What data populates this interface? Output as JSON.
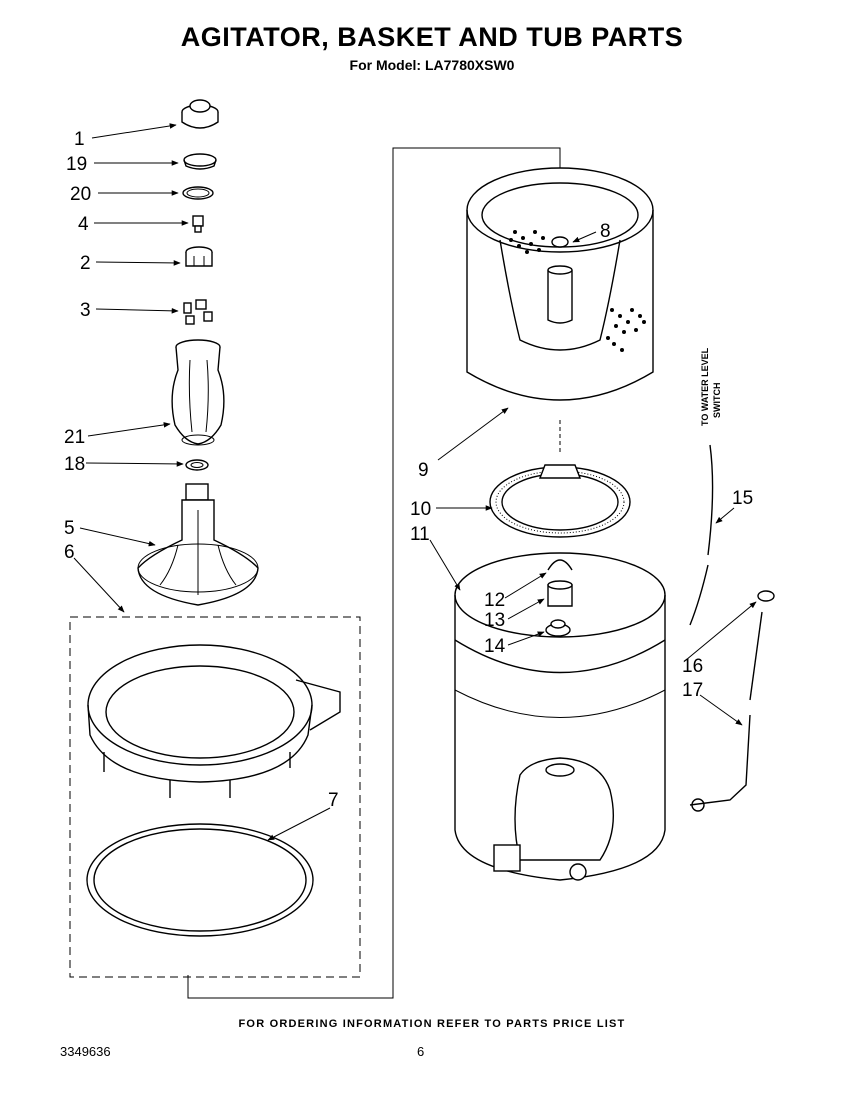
{
  "header": {
    "title": "AGITATOR, BASKET AND TUB PARTS",
    "subtitle": "For Model: LA7780XSW0"
  },
  "side_label": {
    "line1": "TO WATER LEVEL",
    "line2": "SWITCH"
  },
  "callouts": [
    "1",
    "19",
    "20",
    "4",
    "2",
    "3",
    "21",
    "18",
    "5",
    "6",
    "7",
    "8",
    "9",
    "10",
    "11",
    "12",
    "13",
    "14",
    "15",
    "16",
    "17"
  ],
  "footer": {
    "note": "FOR ORDERING INFORMATION REFER TO PARTS PRICE LIST",
    "doc_number": "3349636",
    "page_number": "6"
  }
}
